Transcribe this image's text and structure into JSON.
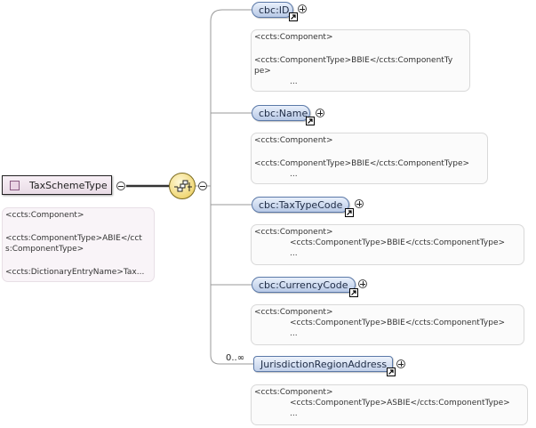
{
  "root": {
    "label": "TaxSchemeType",
    "annotation": {
      "line1": "<ccts:Component>",
      "line2": "<ccts:ComponentType>ABIE</cct",
      "line3": "s:ComponentType>",
      "line4": "<ccts:DictionaryEntryName>Tax..."
    }
  },
  "sequence_icon": "sequence-compositor-icon",
  "elements": [
    {
      "label": "cbc:ID",
      "annotation": {
        "line1": "<ccts:Component>",
        "line2": "<ccts:ComponentType>BBIE</ccts:ComponentTy",
        "line3": "pe>",
        "dots": "..."
      }
    },
    {
      "label": "cbc:Name",
      "annotation": {
        "line1": "<ccts:Component>",
        "line2": "<ccts:ComponentType>BBIE</ccts:ComponentType>",
        "dots": "..."
      }
    },
    {
      "label": "cbc:TaxTypeCode",
      "annotation": {
        "line1": "<ccts:Component>",
        "line2": "<ccts:ComponentType>BBIE</ccts:ComponentType>",
        "dots": "..."
      }
    },
    {
      "label": "cbc:CurrencyCode",
      "annotation": {
        "line1": "<ccts:Component>",
        "line2": "<ccts:ComponentType>BBIE</ccts:ComponentType>",
        "dots": "..."
      }
    },
    {
      "label": "JurisdictionRegionAddress",
      "cardinality": "0..∞",
      "annotation": {
        "line1": "<ccts:Component>",
        "line2": "<ccts:ComponentType>ASBIE</ccts:ComponentType>",
        "dots": "..."
      }
    }
  ],
  "colors": {
    "element_fill": "#b8c9e6",
    "element_border": "#5b79a8",
    "root_fill": "#e9dce6",
    "compositor_fill": "#f0d777"
  }
}
